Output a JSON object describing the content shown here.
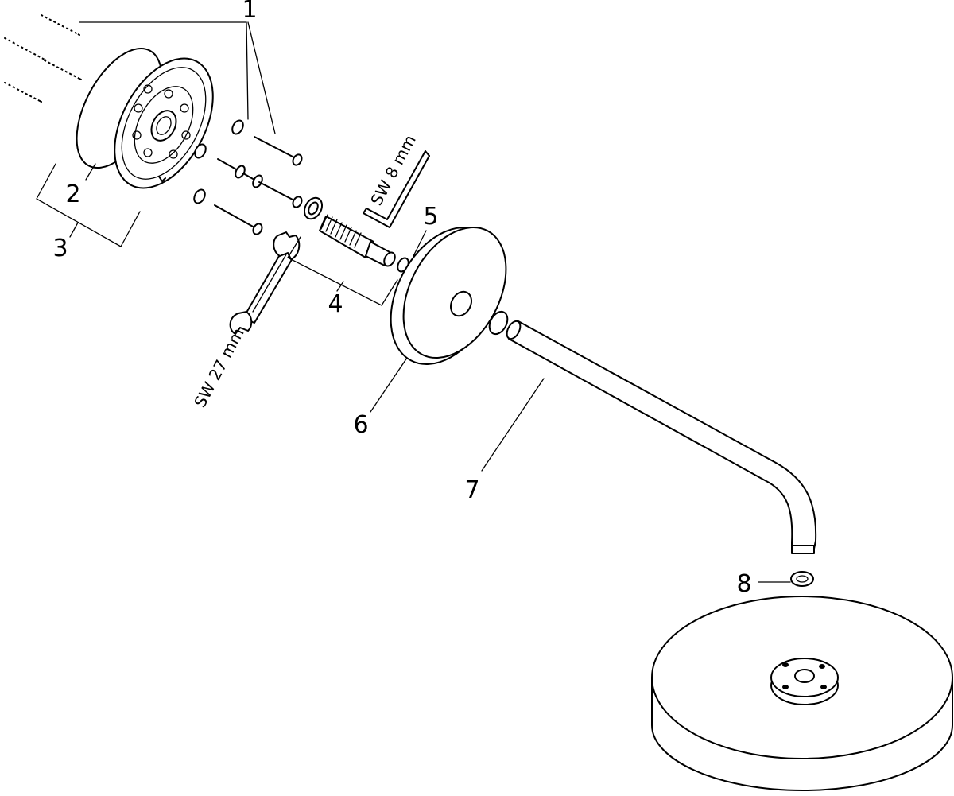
{
  "callouts": {
    "c1": "1",
    "c2": "2",
    "c3": "3",
    "c4": "4",
    "c5": "5",
    "c6": "6",
    "c7": "7",
    "c8": "8"
  },
  "tools": {
    "allen_key": "SW 8 mm",
    "wrench": "SW 27 mm"
  }
}
